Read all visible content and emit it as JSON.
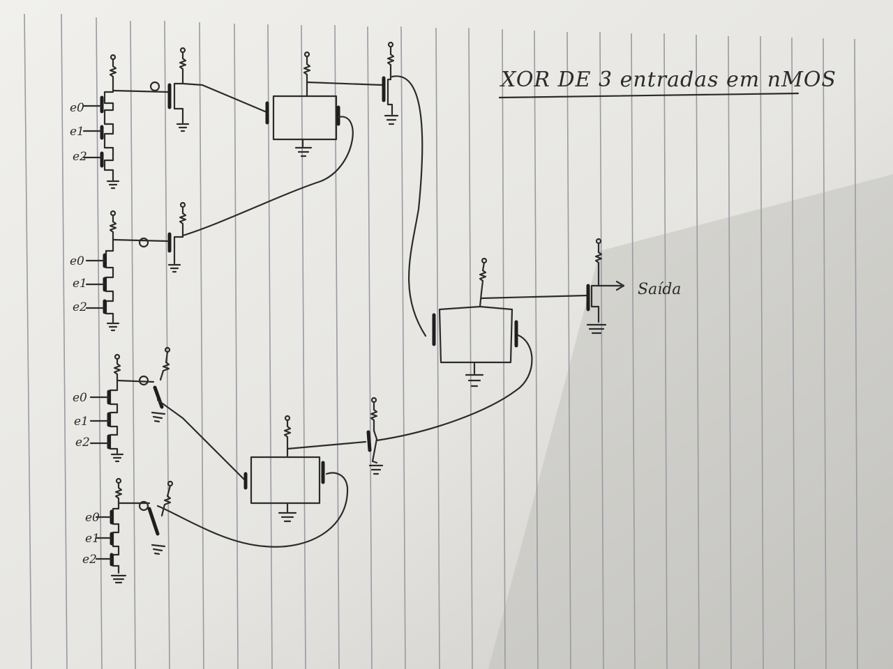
{
  "title": "XOR DE 3 entradas em nMOS",
  "output_label": "Saída",
  "blocks": [
    {
      "inputs": [
        "e0",
        "e1",
        "e2"
      ]
    },
    {
      "inputs": [
        "e0",
        "e1",
        "e2"
      ]
    },
    {
      "inputs": [
        "e0",
        "e1",
        "e2"
      ]
    },
    {
      "inputs": [
        "e0",
        "e1",
        "e2"
      ]
    }
  ],
  "colors": {
    "paper": "#e9e8e4",
    "rule": "#9a99a3",
    "ink": "#2b2b2b"
  }
}
